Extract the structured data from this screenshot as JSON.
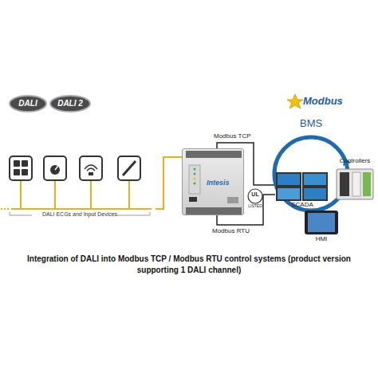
{
  "diagram": {
    "caption": "Integration of DALI into Modbus TCP / Modbus RTU control systems (product version supporting 1 DALI channel)",
    "nodes": [
      {
        "text": [
          "DALI ECGs and Input Devices"
        ]
      },
      {
        "text": [
          "Intesis"
        ]
      },
      {
        "text": [
          "BMS"
        ]
      },
      {
        "text": [
          "Controllers"
        ]
      },
      {
        "text": [
          "SCADA"
        ]
      },
      {
        "text": [
          "HMI"
        ]
      }
    ],
    "edges": [
      {
        "from": 0,
        "to": 1,
        "arrow": "none"
      },
      {
        "from": 1,
        "to": 4,
        "label": "Modbus TCP",
        "arrow": "none"
      },
      {
        "from": 1,
        "to": 4,
        "label": "Modbus RTU",
        "arrow": "none"
      }
    ],
    "labels": [
      "DALI",
      "DALI 2",
      "Modbus",
      "UL",
      "LISTED"
    ]
  }
}
